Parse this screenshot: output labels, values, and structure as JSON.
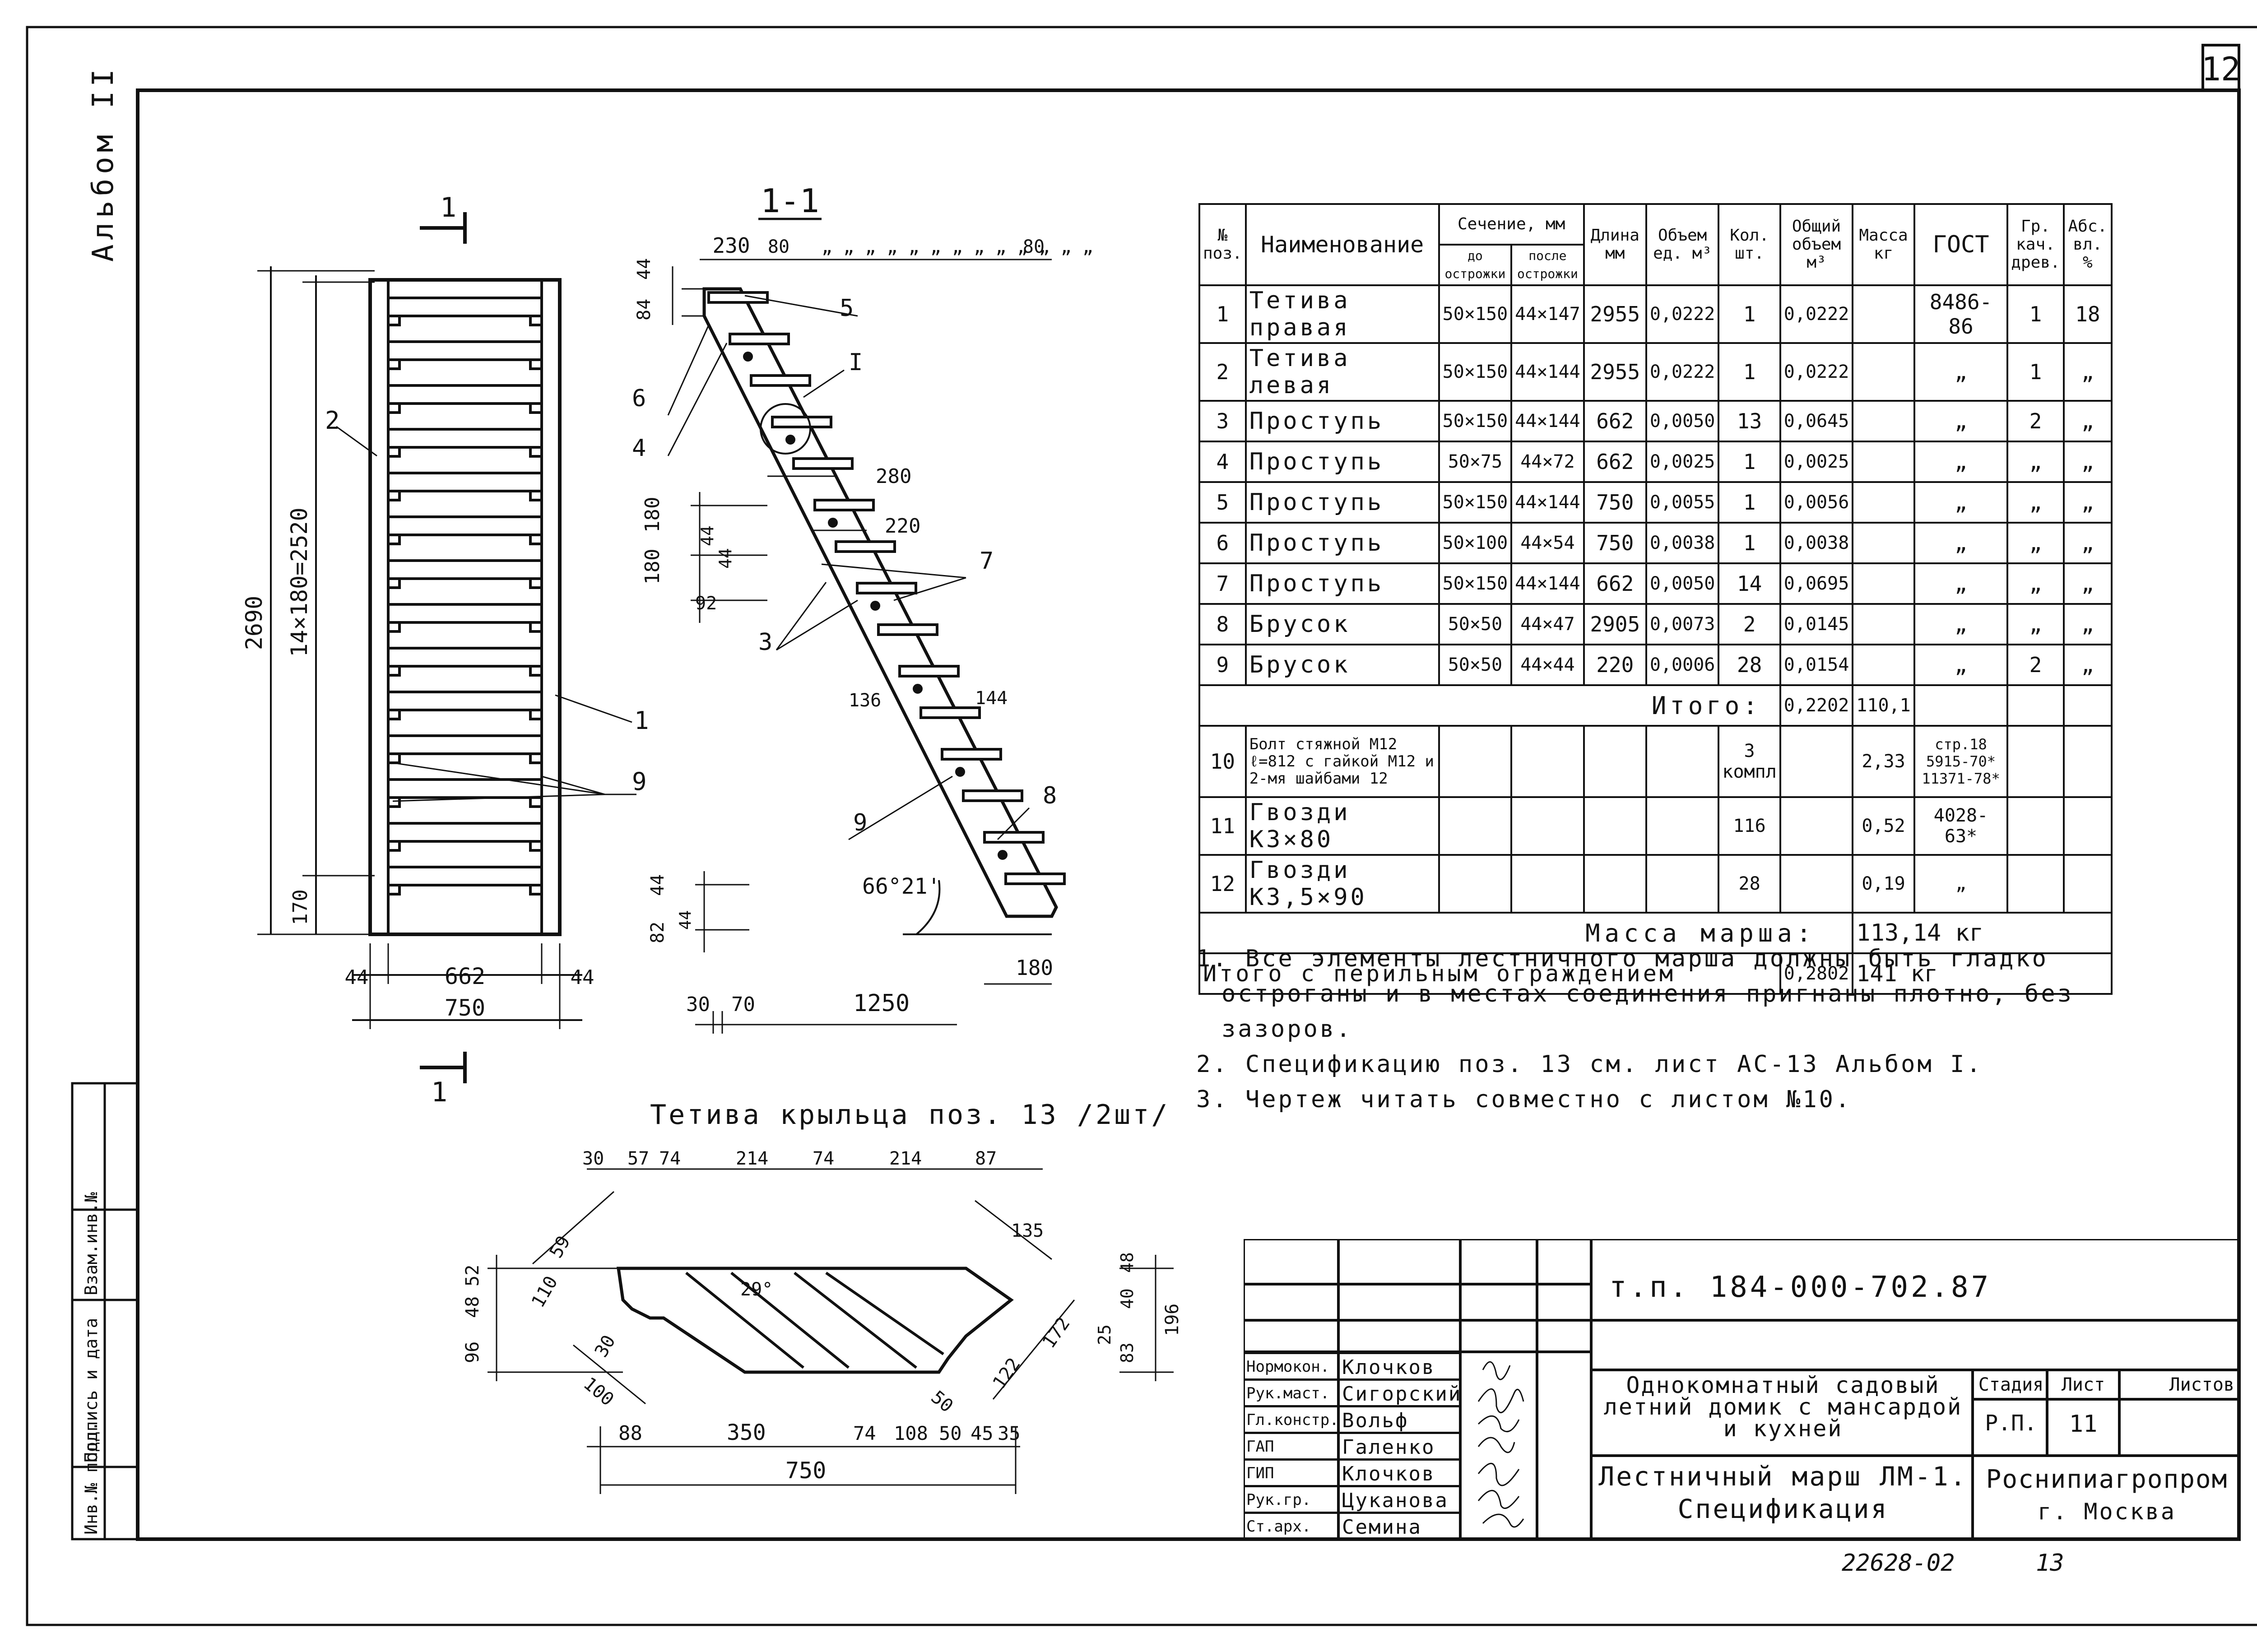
{
  "sheet_no": "12",
  "album_label": "Альбом II",
  "side_stamp": [
    "Инв.№ подл.",
    "Подпись и дата",
    "Взам.инв.№"
  ],
  "section_label": "1-1",
  "cut_mark": "1",
  "plan_dims": {
    "height": "2690",
    "steps": "14×180=2520",
    "bottom": "170",
    "w_left": "44",
    "w_mid": "662",
    "w_right": "44",
    "w_total": "750"
  },
  "section_dims": {
    "top_left": "230",
    "top_80a": "80",
    "top_80b": "80",
    "d84": "84",
    "d44": "44",
    "d280": "280",
    "d220": "220",
    "d180a": "180",
    "d180b": "180",
    "d44b": "44",
    "d44c": "44",
    "d92": "92",
    "d136": "136",
    "d144": "144",
    "angle": "66°21'",
    "d44d": "44",
    "d82": "82",
    "d44e": "44",
    "d30": "30",
    "d70": "70",
    "d1250": "1250",
    "d180c": "180"
  },
  "section_marks": [
    "5",
    "I",
    "6",
    "4",
    "7",
    "3",
    "9",
    "8",
    "2",
    "1",
    "9"
  ],
  "stringer_title": "Тетива крыльца поз. 13 /2шт/",
  "stringer_dims": {
    "t30": "30",
    "t57": "57",
    "t74a": "74",
    "t214a": "214",
    "t74b": "74",
    "t214b": "214",
    "t87": "87",
    "d135": "135",
    "d59": "59",
    "d110": "110",
    "d48": "48",
    "d52": "52",
    "d96": "96",
    "d30": "30",
    "d29": "29°",
    "d100": "100",
    "d50a": "50",
    "d122": "122",
    "d172": "172",
    "r25": "25",
    "r40": "40",
    "r48": "48",
    "r83": "83",
    "r196": "196",
    "b88": "88",
    "b350": "350",
    "b74": "74",
    "b108": "108",
    "b50": "50",
    "b45": "45",
    "b35": "35",
    "b750": "750"
  },
  "spec": {
    "headers": {
      "pos": "№ поз.",
      "name": "Наименование",
      "section": "Сечение, мм",
      "before": "до острожки",
      "after": "после острожки",
      "length": "Длина мм",
      "vol_unit": "Объем ед. м³",
      "qty": "Кол. шт.",
      "vol_total": "Общий объем м³",
      "mass": "Масса кг",
      "gost": "ГОСТ",
      "grade": "Гр. кач. древ.",
      "moist": "Абс. вл. %"
    },
    "rows": [
      {
        "pos": "1",
        "name": "Тетива правая",
        "before": "50×150",
        "after": "44×147",
        "length": "2955",
        "vol": "0,0222",
        "qty": "1",
        "total": "0,0222",
        "mass": "",
        "gost": "8486-86",
        "grade": "1",
        "moist": "18"
      },
      {
        "pos": "2",
        "name": "Тетива левая",
        "before": "50×150",
        "after": "44×144",
        "length": "2955",
        "vol": "0,0222",
        "qty": "1",
        "total": "0,0222",
        "mass": "",
        "gost": "„",
        "grade": "1",
        "moist": "„"
      },
      {
        "pos": "3",
        "name": "Проступь",
        "before": "50×150",
        "after": "44×144",
        "length": "662",
        "vol": "0,0050",
        "qty": "13",
        "total": "0,0645",
        "mass": "",
        "gost": "„",
        "grade": "2",
        "moist": "„"
      },
      {
        "pos": "4",
        "name": "Проступь",
        "before": "50×75",
        "after": "44×72",
        "length": "662",
        "vol": "0,0025",
        "qty": "1",
        "total": "0,0025",
        "mass": "",
        "gost": "„",
        "grade": "„",
        "moist": "„"
      },
      {
        "pos": "5",
        "name": "Проступь",
        "before": "50×150",
        "after": "44×144",
        "length": "750",
        "vol": "0,0055",
        "qty": "1",
        "total": "0,0056",
        "mass": "",
        "gost": "„",
        "grade": "„",
        "moist": "„"
      },
      {
        "pos": "6",
        "name": "Проступь",
        "before": "50×100",
        "after": "44×54",
        "length": "750",
        "vol": "0,0038",
        "qty": "1",
        "total": "0,0038",
        "mass": "",
        "gost": "„",
        "grade": "„",
        "moist": "„"
      },
      {
        "pos": "7",
        "name": "Проступь",
        "before": "50×150",
        "after": "44×144",
        "length": "662",
        "vol": "0,0050",
        "qty": "14",
        "total": "0,0695",
        "mass": "",
        "gost": "„",
        "grade": "„",
        "moist": "„"
      },
      {
        "pos": "8",
        "name": "Брусок",
        "before": "50×50",
        "after": "44×47",
        "length": "2905",
        "vol": "0,0073",
        "qty": "2",
        "total": "0,0145",
        "mass": "",
        "gost": "„",
        "grade": "„",
        "moist": "„"
      },
      {
        "pos": "9",
        "name": "Брусок",
        "before": "50×50",
        "after": "44×44",
        "length": "220",
        "vol": "0,0006",
        "qty": "28",
        "total": "0,0154",
        "mass": "",
        "gost": "„",
        "grade": "2",
        "moist": "„"
      }
    ],
    "total_label": "Итого:",
    "total_vol": "0,2202",
    "total_mass": "110,1",
    "hw_rows": [
      {
        "pos": "10",
        "name": "Болт стяжной М12 ℓ=812 с гайкой М12 и 2-мя шайбами 12",
        "qty": "3 компл",
        "mass": "2,33",
        "gost": "стр.18 5915-70* 11371-78*"
      },
      {
        "pos": "11",
        "name": "Гвозди К3×80",
        "qty": "116",
        "mass": "0,52",
        "gost": "4028-63*"
      },
      {
        "pos": "12",
        "name": "Гвозди К3,5×90",
        "qty": "28",
        "mass": "0,19",
        "gost": "„"
      }
    ],
    "mass_label": "Масса марша:",
    "mass_value": "113,14 кг",
    "railing_label": "Итого с перильным ограждением",
    "railing_vol": "0,2802",
    "railing_mass": "141 кг"
  },
  "notes": [
    "1. Все элементы лестничного марша должны быть гладко",
    "остроганы и в местах соединения пригнаны плотно, без",
    "зазоров.",
    "2. Спецификацию поз. 13 см. лист АС-13   Альбом I.",
    "3. Чертеж  читать совместно с листом  №10."
  ],
  "title_block": {
    "code": "т.п.  184-000-702.87",
    "project": "Однокомнатный садовый летний домик с мансардой и кухней",
    "drawing": "Лестничный марш ЛМ-1. Спецификация",
    "stage_label": "Стадия",
    "sheet_label": "Лист",
    "sheets_label": "Листов",
    "stage": "Р.П.",
    "sheet": "11",
    "org": "Роснипиагропром",
    "city": "г. Москва",
    "people": [
      {
        "role": "Нормокон.",
        "name": "Клочков"
      },
      {
        "role": "Рук.маст.",
        "name": "Сигорский"
      },
      {
        "role": "Гл.констр.",
        "name": "Вольф"
      },
      {
        "role": "ГАП",
        "name": "Галенко"
      },
      {
        "role": "ГИП",
        "name": "Клочков"
      },
      {
        "role": "Рук.гр.",
        "name": "Цуканова"
      },
      {
        "role": "Ст.арх.",
        "name": "Семина"
      }
    ]
  },
  "footer": {
    "number": "22628-02",
    "page": "13"
  }
}
